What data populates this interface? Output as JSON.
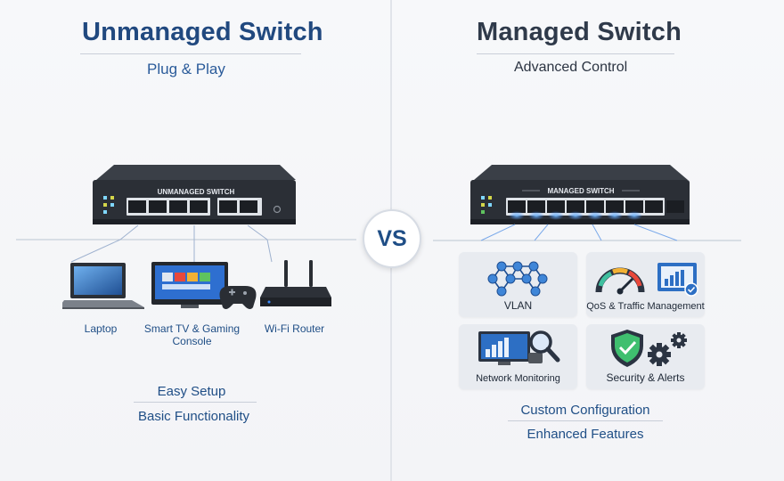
{
  "left": {
    "title": "Unmanaged Switch",
    "subtitle": "Plug & Play",
    "switch_label": "UNMANAGED SWITCH",
    "devices": [
      {
        "label": "Laptop"
      },
      {
        "label": "Smart TV & Gaming Console"
      },
      {
        "label": "Wi-Fi Router"
      }
    ],
    "bottom": [
      "Easy Setup",
      "Basic Functionality"
    ]
  },
  "vs": "VS",
  "right": {
    "title": "Managed Switch",
    "subtitle": "Advanced Control",
    "switch_label": "MANAGED SWITCH",
    "features": [
      {
        "label": "VLAN",
        "icon": "network-nodes-icon"
      },
      {
        "label": "QoS & Traffic Management",
        "icon": "gauge-chart-icon"
      },
      {
        "label": "Network Monitoring",
        "icon": "monitor-magnifier-icon"
      },
      {
        "label": "Security & Alerts",
        "icon": "shield-gears-icon"
      }
    ],
    "bottom": [
      "Custom Configuration",
      "Enhanced Features"
    ]
  },
  "colors": {
    "accent_blue": "#21497f",
    "dark_title": "#2f3a4a",
    "led_blue": "#3b8cff"
  }
}
